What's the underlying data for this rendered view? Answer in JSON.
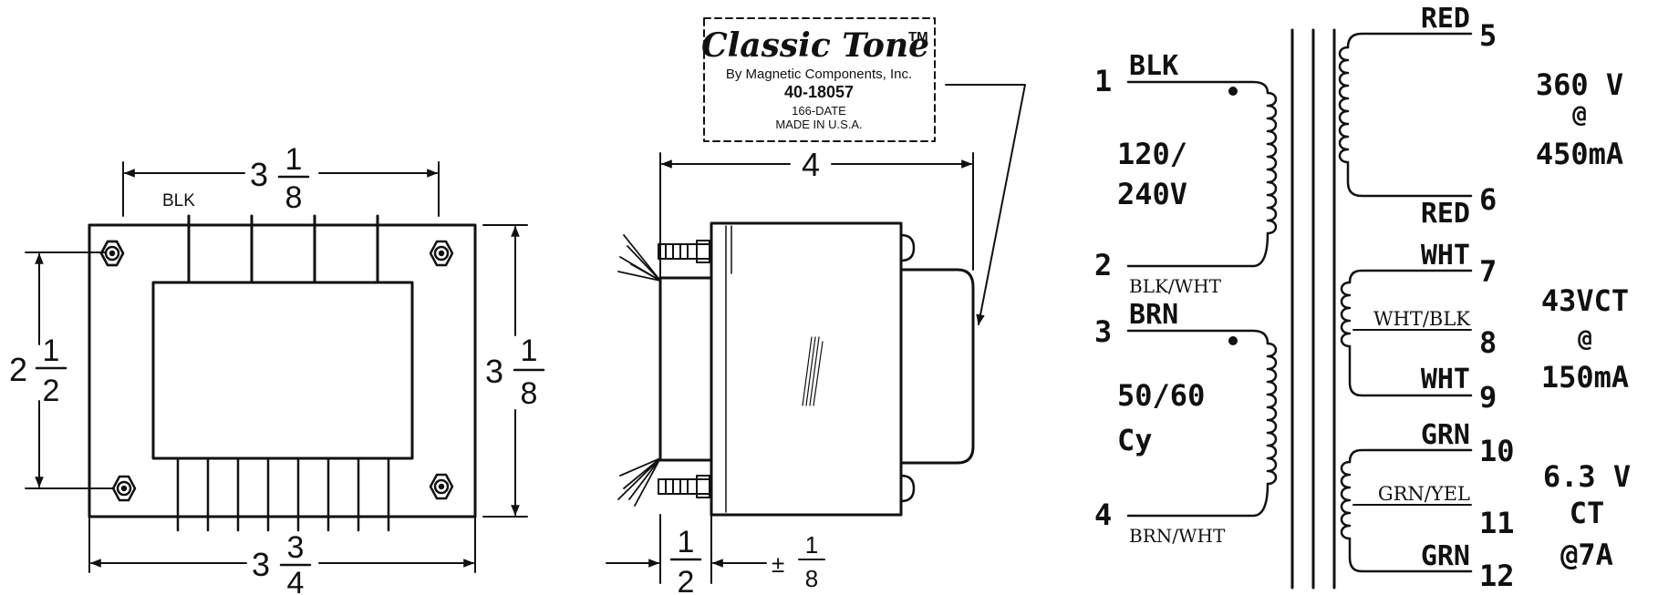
{
  "colors": {
    "ink": "#111111",
    "background": "#ffffff"
  },
  "top_view": {
    "width_top": {
      "whole": "3",
      "num": "1",
      "den": "8"
    },
    "width_bottom": {
      "whole": "3",
      "num": "3",
      "den": "4"
    },
    "height_left": {
      "whole": "2",
      "num": "1",
      "den": "2"
    },
    "height_right": {
      "whole": "3",
      "num": "1",
      "den": "8"
    },
    "lead_label": "BLK"
  },
  "side_view": {
    "width_top": "4",
    "depth": {
      "num": "1",
      "den": "2"
    },
    "tolerance": {
      "prefix": "±",
      "num": "1",
      "den": "8"
    }
  },
  "label": {
    "brand": "Classic Tone",
    "tm": "TM",
    "maker": "By Magnetic Components, Inc.",
    "part": "40-18057",
    "date": "166-DATE",
    "origin": "MADE IN U.S.A."
  },
  "schematic": {
    "primary": {
      "terminals": [
        "1",
        "2",
        "3",
        "4"
      ],
      "leads": [
        "BLK",
        "BLK/WHT",
        "BRN",
        "BRN/WHT"
      ],
      "voltage": [
        "120/",
        "240V"
      ],
      "freq": [
        "50/60",
        "Cy"
      ]
    },
    "secondary_hv": {
      "terminals": [
        "5",
        "6"
      ],
      "leads": [
        "RED",
        "RED"
      ],
      "rating": [
        "360 V",
        "@",
        "450mA"
      ]
    },
    "secondary_bias": {
      "terminals": [
        "7",
        "8",
        "9"
      ],
      "leads": [
        "WHT",
        "WHT/BLK",
        "WHT"
      ],
      "rating": [
        "43VCT",
        "@",
        "150mA"
      ]
    },
    "secondary_fil": {
      "terminals": [
        "10",
        "11",
        "12"
      ],
      "leads": [
        "GRN",
        "GRN/YEL",
        "GRN"
      ],
      "rating": [
        "6.3 V",
        "CT",
        "@7A"
      ]
    }
  }
}
